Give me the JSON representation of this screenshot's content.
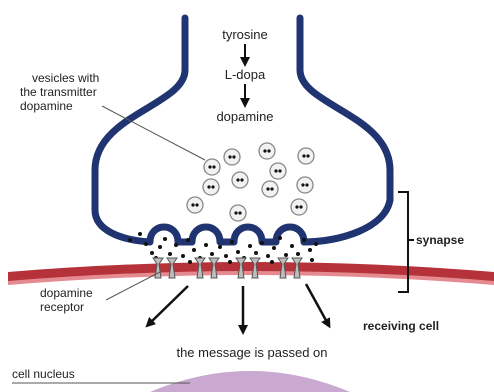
{
  "pathway": {
    "step1": "tyrosine",
    "step2": "L-dopa",
    "step3": "dopamine"
  },
  "labels": {
    "vesicles_line1": "vesicles with",
    "vesicles_line2": "the transmitter",
    "vesicles_line3": "dopamine",
    "synapse": "synapse",
    "receptor_line1": "dopamine",
    "receptor_line2": "receptor",
    "receiving_cell": "receiving cell",
    "message": "the message is passed on",
    "nucleus": "cell nucleus"
  },
  "colors": {
    "neuron_outline": "#1f3470",
    "membrane": "#b5323a",
    "membrane_light": "#e48a90",
    "receptor": "#bdbdbd",
    "nucleus": "#c9a9cf",
    "text": "#222222"
  },
  "icons": {
    "vesicle": "vesicle-icon",
    "receptor": "receptor-icon",
    "arrow": "arrow-down-icon"
  }
}
